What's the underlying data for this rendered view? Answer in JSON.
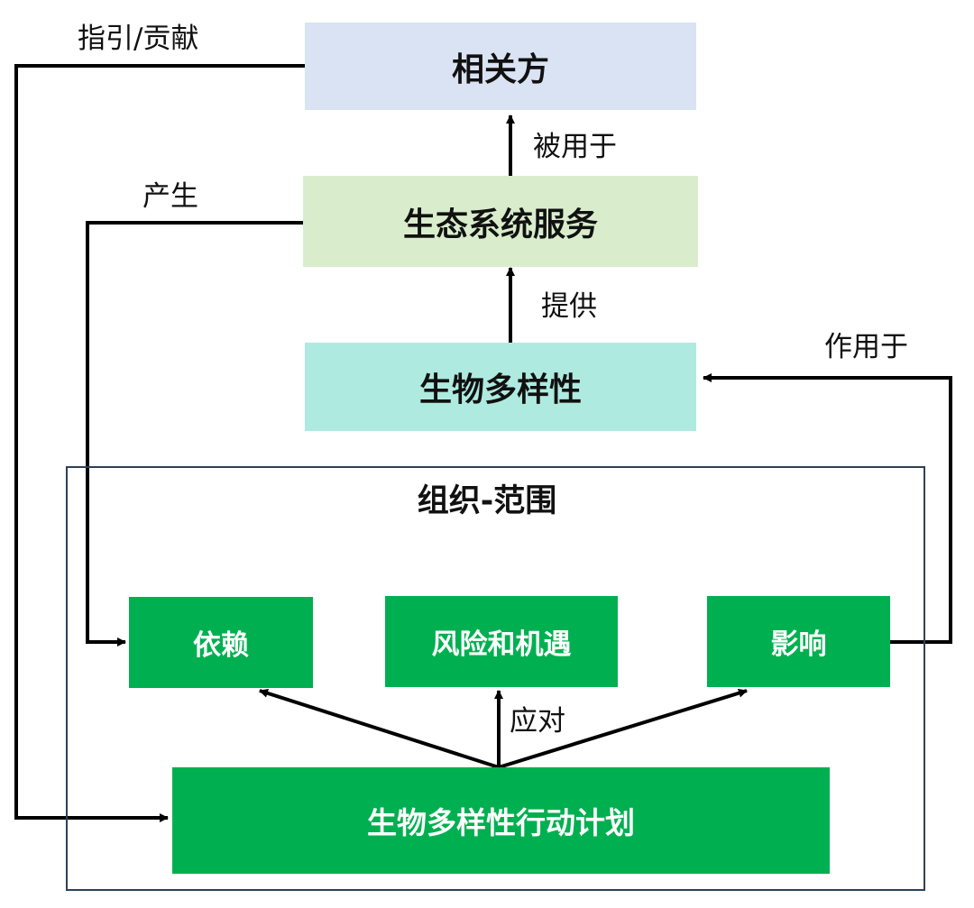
{
  "nodes": {
    "stakeholders": "相关方",
    "ecosystem_services": "生态系统服务",
    "biodiversity": "生物多样性",
    "org_scope": "组织-范围",
    "dependency": "依赖",
    "risks_opportunities": "风险和机遇",
    "impact": "影响",
    "action_plan": "生物多样性行动计划"
  },
  "edges": {
    "guide_contribute": "指引/贡献",
    "used_by": "被用于",
    "produces": "产生",
    "provides": "提供",
    "acts_on": "作用于",
    "responds": "应对"
  },
  "colors": {
    "stakeholders": "#DAE3F3",
    "ecosystem_services": "#D9EDCC",
    "biodiversity": "#AEEAE0",
    "green_box": "#00B050",
    "frame": "#2E4057"
  }
}
